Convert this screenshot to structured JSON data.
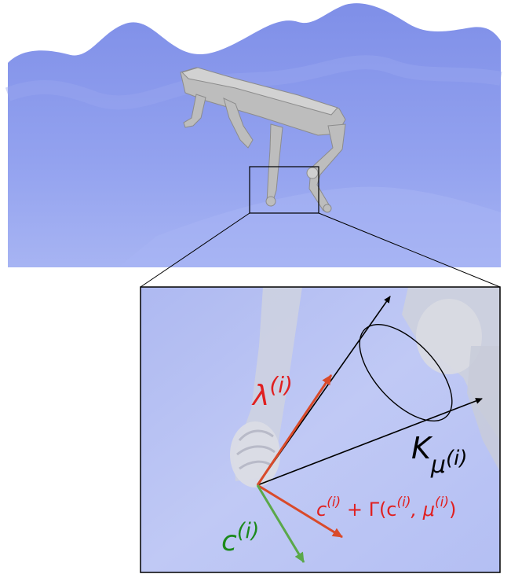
{
  "labels": {
    "lambda": {
      "base": "λ",
      "sup": "(i)"
    },
    "cone": {
      "base": "K",
      "sub_base": "μ",
      "sub_sup": "(i)"
    },
    "corrected": {
      "base": "c",
      "sup": "(i)",
      "rest": " + Γ(c",
      "sup2": "(i)",
      "comma": ", μ",
      "sup3": "(i)",
      "close": ")"
    },
    "contact": {
      "base": "c",
      "sup": "(i)"
    }
  },
  "colors": {
    "terrain": "#8a98ee",
    "terrain_light": "#b6c1f6",
    "robot": "#bdbdbd",
    "lambda_arrow": "#d94a2a",
    "corrected_arrow": "#d94a2a",
    "contact_arrow": "#5aa84a",
    "cone": "#000000",
    "red_text": "#e02020",
    "green_text": "#1c8a1c"
  }
}
